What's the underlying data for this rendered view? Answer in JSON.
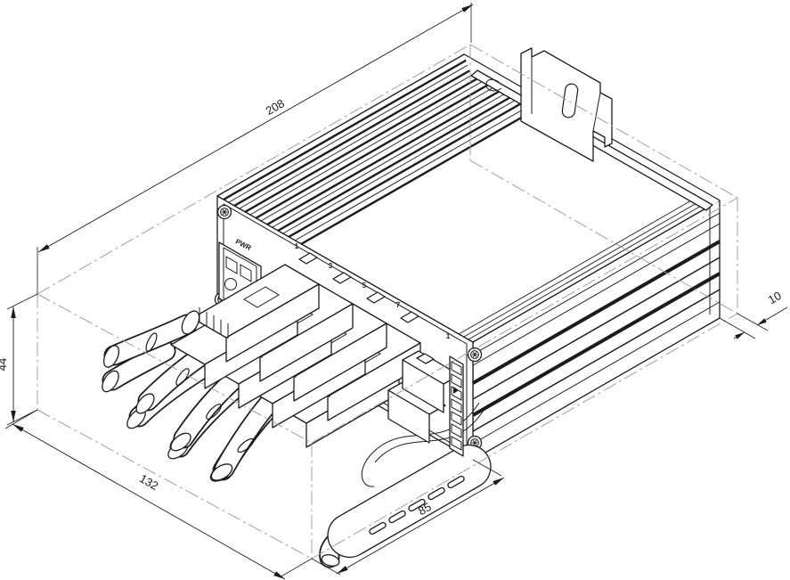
{
  "drawing": {
    "type": "isometric-cad-line-drawing",
    "subject": "industrial ethernet switch with plugged connectors, cables and mounting bracket",
    "background_color": "#ffffff",
    "line_color": "#1c1c1c",
    "frame_line_color": "#a0a0a0"
  },
  "dimensions": {
    "length": {
      "value": "208"
    },
    "depth": {
      "value": "132"
    },
    "height": {
      "value": "44"
    },
    "front_section": {
      "value": "85"
    },
    "bracket_offset": {
      "value": "10"
    }
  },
  "panel": {
    "power_label": "PWR",
    "port_labels": [
      "1",
      "3",
      "5",
      "7"
    ],
    "aux_port_label": "1"
  }
}
